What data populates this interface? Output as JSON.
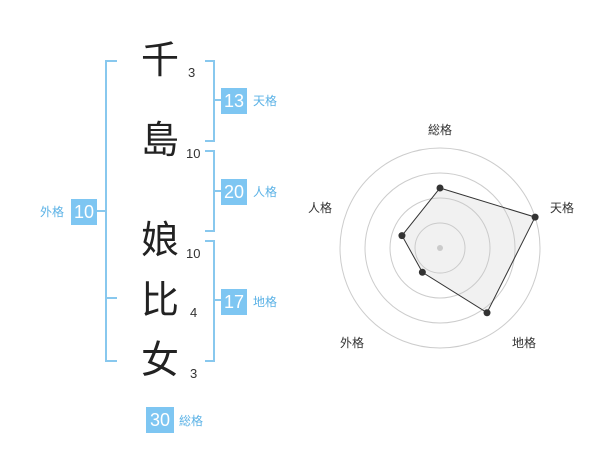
{
  "name": {
    "characters": [
      {
        "char": "千",
        "strokes": "3"
      },
      {
        "char": "島",
        "strokes": "10"
      },
      {
        "char": "娘",
        "strokes": "10"
      },
      {
        "char": "比",
        "strokes": "4"
      },
      {
        "char": "女",
        "strokes": "3"
      }
    ]
  },
  "fortune": {
    "tenkaku": {
      "value": "13",
      "label": "天格"
    },
    "jinkaku": {
      "value": "20",
      "label": "人格"
    },
    "chikaku": {
      "value": "17",
      "label": "地格"
    },
    "gaikaku": {
      "value": "10",
      "label": "外格"
    },
    "soukaku": {
      "value": "30",
      "label": "総格"
    }
  },
  "radar": {
    "axes": [
      "総格",
      "天格",
      "地格",
      "外格",
      "人格"
    ],
    "values": [
      0.6,
      1.0,
      0.8,
      0.3,
      0.4
    ],
    "rings": 4,
    "accent": "#7ec6f2"
  }
}
